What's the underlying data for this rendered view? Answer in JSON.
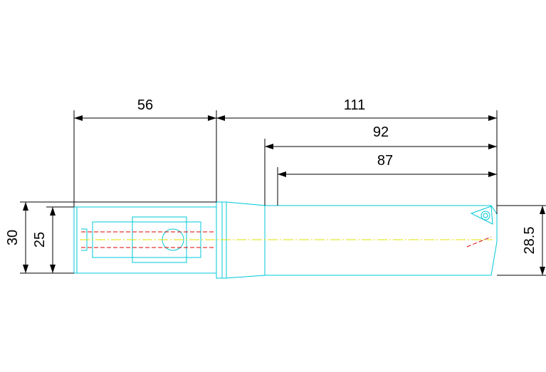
{
  "drawing": {
    "colors": {
      "outline": "#00c8d8",
      "dimension": "#000000",
      "hidden_line": "#e00000",
      "center_line": "#e0e000"
    },
    "dimensions": {
      "shank_length": "56",
      "overall_length": "111",
      "flute_length_outer": "92",
      "flute_length_inner": "87",
      "shank_diameter_outer": "30",
      "shank_diameter_inner": "25",
      "cutting_diameter": "28.5"
    }
  }
}
